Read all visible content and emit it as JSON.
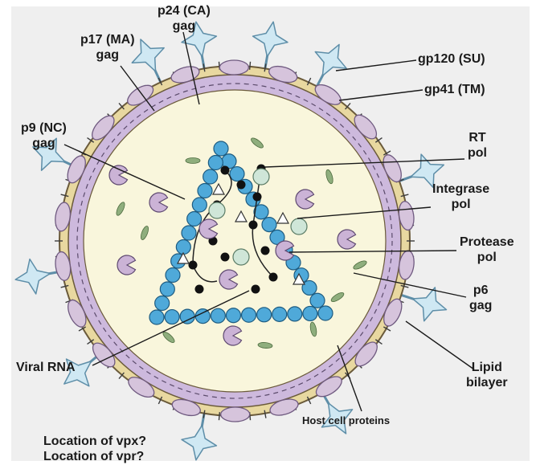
{
  "labels": {
    "p24": {
      "line1": "p24 (CA)",
      "line2": "gag"
    },
    "p17": {
      "line1": "p17 (MA)",
      "line2": "gag"
    },
    "gp120": {
      "line1": "gp120 (SU)"
    },
    "gp41": {
      "line1": "gp41 (TM)"
    },
    "p9": {
      "line1": "p9 (NC)",
      "line2": "gag"
    },
    "rt": {
      "line1": "RT",
      "line2": "pol"
    },
    "integrase": {
      "line1": "Integrase",
      "line2": "pol"
    },
    "protease": {
      "line1": "Protease",
      "line2": "pol"
    },
    "p6": {
      "line1": "p6",
      "line2": "gag"
    },
    "viral_rna": {
      "line1": "Viral RNA"
    },
    "lipid": {
      "line1": "Lipid",
      "line2": "bilayer"
    },
    "host_proteins": {
      "line1": "Host cell proteins"
    },
    "questions": {
      "line1": "Location of vpx?",
      "line2": "Location of vpr?"
    }
  },
  "colors": {
    "background": "#efefef",
    "spike": "#cfe8f3",
    "spike_stroke": "#5e8ea8",
    "gp41_oval": "#d6c4dc",
    "outer_band": "#e8d8a0",
    "membrane_purple": "#cdb9dd",
    "core_fill": "#f9f6dc",
    "capsid_bead": "#4fa9d9",
    "rna_bead": "#111111",
    "protease_pacman": "#cbb3d6",
    "integrase_circle": "#cfe6d8"
  }
}
